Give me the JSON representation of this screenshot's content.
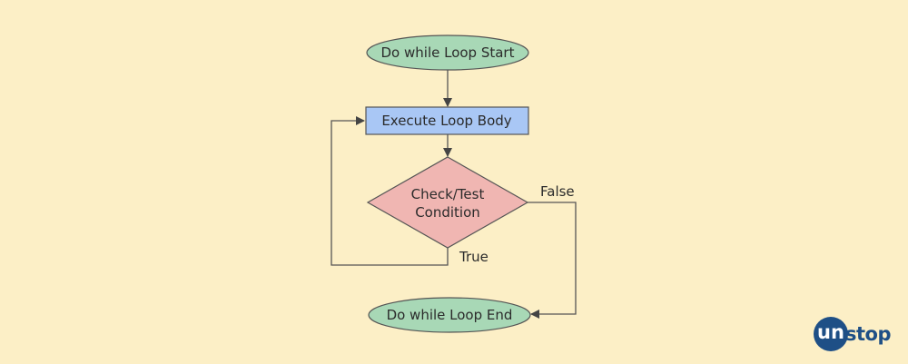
{
  "nodes": {
    "start": "Do while Loop Start",
    "body": "Execute Loop Body",
    "condition_line1": "Check/Test",
    "condition_line2": "Condition",
    "end": "Do while Loop End"
  },
  "edges": {
    "true_label": "True",
    "false_label": "False"
  },
  "colors": {
    "background": "#fcefc6",
    "terminal_fill": "#a8d8b6",
    "process_fill": "#a9c7f5",
    "decision_fill": "#f0b6b2",
    "stroke": "#555555",
    "logo": "#1e4f86"
  },
  "logo": {
    "badge": "un",
    "rest": "stop"
  }
}
